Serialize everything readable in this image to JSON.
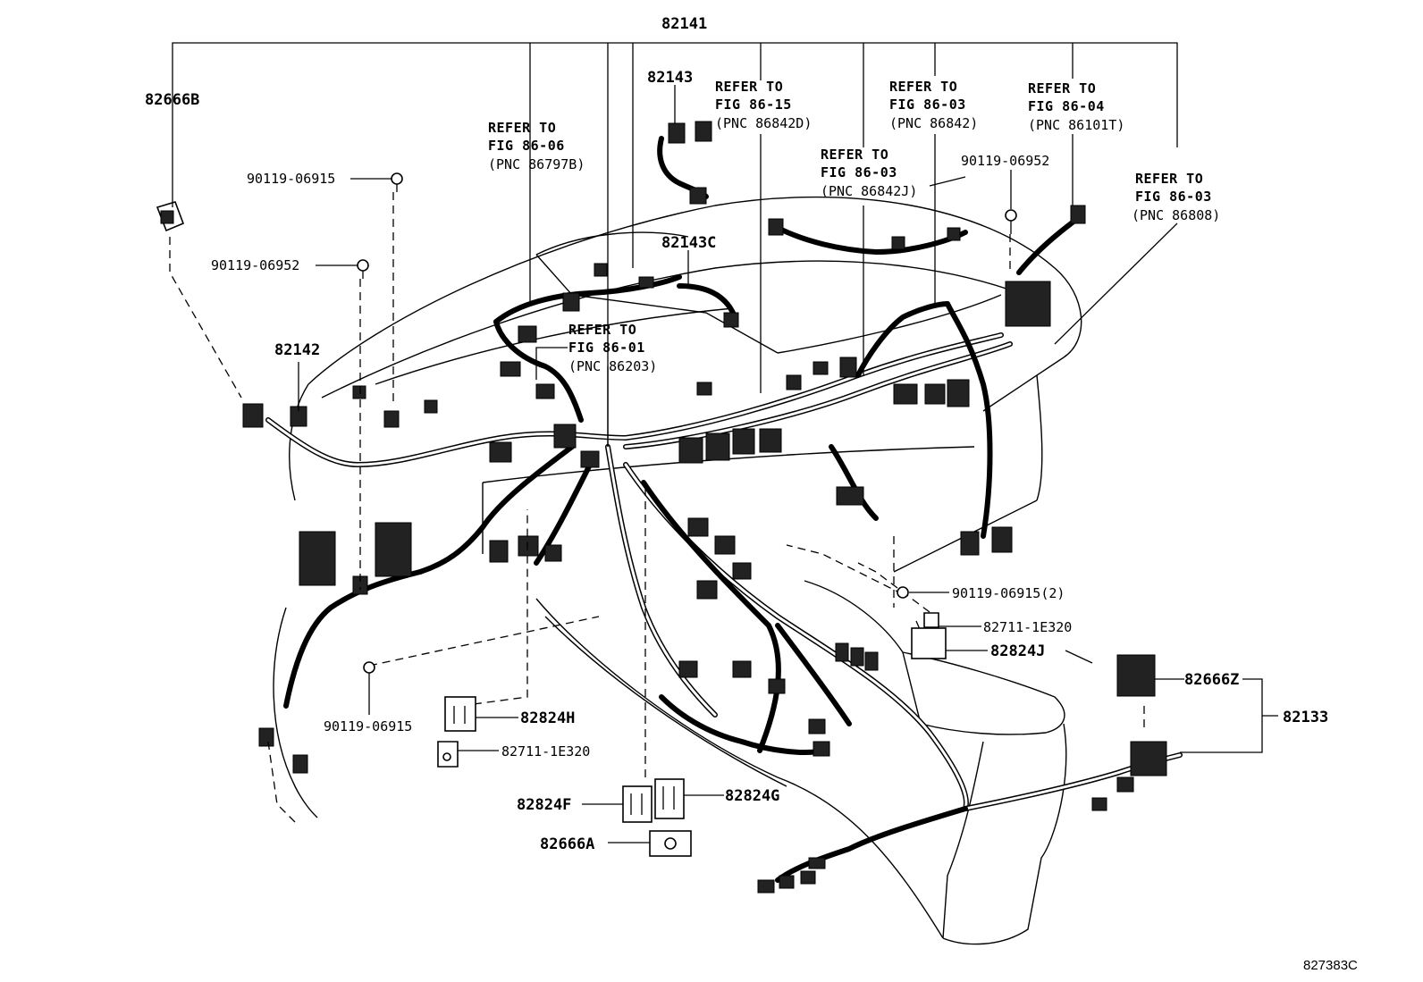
{
  "diagram_id": "827383C",
  "parts": {
    "harness_main": "82141",
    "bracket_left": "82666B",
    "sub_harness_top": "82143",
    "sub_harness_center": "82143C",
    "harness_left": "82142",
    "console_harness": "82133",
    "clamp_82666z": "82666Z",
    "clamp_82666a": "82666A",
    "box_82824h": "82824H",
    "box_82824f": "82824F",
    "box_82824g": "82824G",
    "box_82824j": "82824J",
    "clip_lower": "82711-1E320",
    "clip_right": "82711-1E320",
    "bolt_top": "90119-06915",
    "bolt_left": "90119-06952",
    "bolt_right": "90119-06952",
    "bolt_bottom": "90119-06915",
    "bolt_center": "90119-06915(2)"
  },
  "refs": [
    {
      "line1": "REFER TO",
      "line2": "FIG 86-06",
      "line3": "(PNC 86797B)"
    },
    {
      "line1": "REFER TO",
      "line2": "FIG 86-15",
      "line3": "(PNC 86842D)"
    },
    {
      "line1": "REFER TO",
      "line2": "FIG 86-03",
      "line3": "(PNC 86842)"
    },
    {
      "line1": "REFER TO",
      "line2": "FIG 86-04",
      "line3": "(PNC 86101T)"
    },
    {
      "line1": "REFER TO",
      "line2": "FIG 86-03",
      "line3": "(PNC 86842J)"
    },
    {
      "line1": "REFER TO",
      "line2": "FIG 86-03",
      "line3": "(PNC 86808)"
    },
    {
      "line1": "REFER TO",
      "line2": "FIG 86-01",
      "line3": "(PNC 86203)"
    }
  ]
}
